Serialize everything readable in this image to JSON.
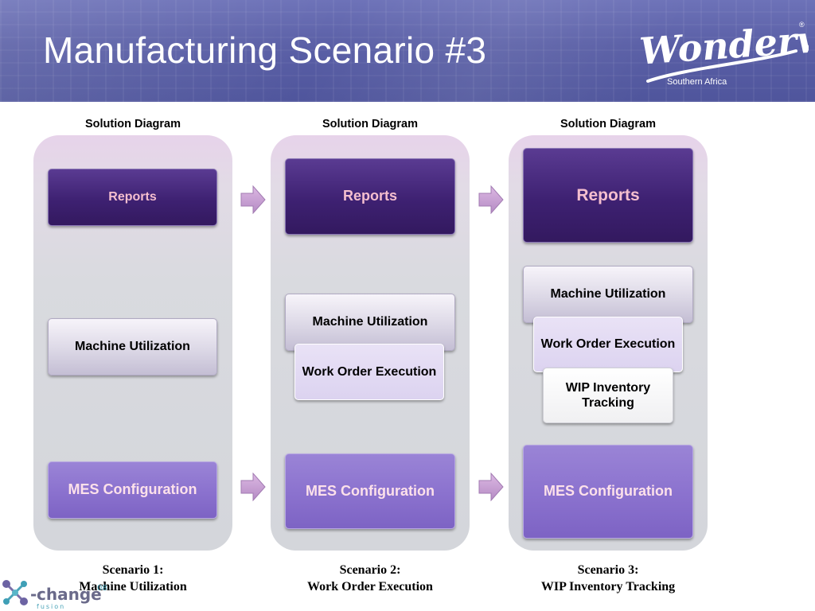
{
  "header": {
    "title": "Manufacturing Scenario #3",
    "logo": {
      "brand": "Wonderware",
      "region": "Southern Africa",
      "mark": "®"
    }
  },
  "columns": [
    {
      "label": "Solution Diagram",
      "reports": "Reports",
      "machine_utilization": "Machine Utilization",
      "mes_configuration": "MES Configuration",
      "caption_line1": "Scenario 1:",
      "caption_line2": "Machine Utilization"
    },
    {
      "label": "Solution Diagram",
      "reports": "Reports",
      "machine_utilization": "Machine Utilization",
      "work_order_execution": "Work Order Execution",
      "mes_configuration": "MES Configuration",
      "caption_line1": "Scenario 2:",
      "caption_line2": "Work Order Execution"
    },
    {
      "label": "Solution Diagram",
      "reports": "Reports",
      "machine_utilization": "Machine Utilization",
      "work_order_execution": "Work Order Execution",
      "wip_inventory_tracking": "WIP Inventory Tracking",
      "mes_configuration": "MES Configuration",
      "caption_line1": "Scenario 3:",
      "caption_line2": "WIP Inventory Tracking"
    }
  ],
  "footer_logo": {
    "name": "X-change",
    "year": "08",
    "tagline": "fusion"
  },
  "colors": {
    "header_bg": "#5a5fa6",
    "reports_bg": "#3e2172",
    "reports_text": "#f5bfcf",
    "mes_bg": "#8c73cf",
    "arrow": "#c9a0d6"
  }
}
